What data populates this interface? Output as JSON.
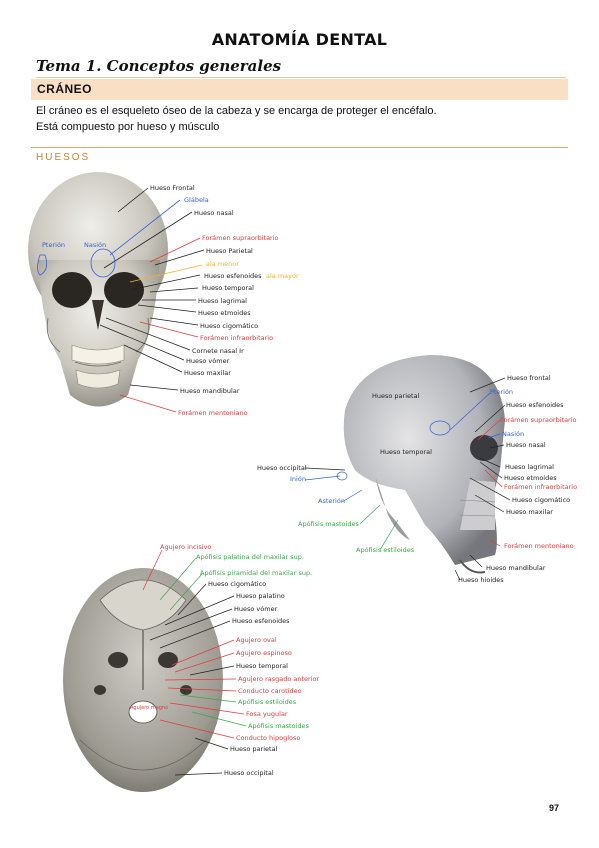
{
  "page": {
    "title": "ANATOMÍA DENTAL",
    "topic": "Tema 1. Conceptos generales",
    "section": "CRÁNEO",
    "intro_line1": "El cráneo es el esqueleto óseo de la cabeza y se encarga de proteger el encéfalo.",
    "intro_line2": "Está compuesto por hueso y músculo",
    "subsection": "HUESOS",
    "page_number": "97"
  },
  "colors": {
    "black": "#222222",
    "red": "#e23b3b",
    "blue": "#3562d6",
    "green": "#3aa84a",
    "orange": "#f0b22a"
  },
  "frontal_view": {
    "hueso_frontal": "Hueso Frontal",
    "glabela": "Glábela",
    "hueso_nasal": "Hueso nasal",
    "pterion": "Pterión",
    "nasion": "Nasión",
    "foramen_supraorbitario": "Forámen supraorbitario",
    "hueso_parietal": "Hueso Parietal",
    "ala_menor": "ala menor",
    "hueso_esfenoides": "Hueso esfenoides",
    "ala_mayor": "ala mayor",
    "hueso_temporal": "Hueso temporal",
    "hueso_lagrimal": "Hueso lagrimal",
    "hueso_etmoides": "Hueso etmoides",
    "hueso_cigomatico": "Hueso cigomático",
    "foramen_infraorbitario": "Forámen infraorbitario",
    "cornete_nasal": "Cornete nasal Ir",
    "hueso_vomer": "Hueso vómer",
    "hueso_maxilar": "Hueso maxilar",
    "hueso_mandibular": "Hueso mandibular",
    "foramen_mentoniano": "Forámen mentoniano"
  },
  "lateral_view": {
    "hueso_frontal": "Hueso frontal",
    "hueso_parietal": "Hueso parietal",
    "pterion": "Pterión",
    "hueso_esfenoides": "Hueso esfenoides",
    "foramen_supraorbitario": "Forámen supraorbitario",
    "nasion": "Nasión",
    "hueso_nasal": "Hueso nasal",
    "hueso_temporal": "Hueso temporal",
    "hueso_occipital": "Hueso occipital",
    "hueso_lagrimal": "Hueso lagrimal",
    "inion": "Inión",
    "hueso_etmoides": "Hueso etmoides",
    "foramen_infraorbitario": "Forámen infraorbitario",
    "asterion": "Asterión",
    "hueso_cigomatico": "Hueso cigomático",
    "apofisis_mastoides": "Apófisis mastoides",
    "hueso_maxilar": "Hueso maxilar",
    "apofisis_estiloides": "Apófisis estiloides",
    "foramen_mentoniano": "Forámen mentoniano",
    "hueso_mandibular": "Hueso mandibular",
    "hueso_hioides": "Hueso hioides"
  },
  "inferior_view": {
    "agujero_incisivo": "Agujero incisivo",
    "apofisis_palatina": "Apófisis palatina del maxilar sup.",
    "apofisis_piramidal": "Apófisis piramidal del maxilar sup.",
    "hueso_cigomatico": "Hueso cigomático",
    "hueso_palatino": "Hueso palatino",
    "hueso_vomer": "Hueso vómer",
    "hueso_esfenoides": "Hueso esfenoides",
    "agujero_oval": "Agujero oval",
    "agujero_espinoso": "Agujero espinoso",
    "hueso_temporal": "Hueso temporal",
    "agujero_rasgado": "Agujero rasgado anterior",
    "conducto_carotideo": "Conducto carotídeo",
    "apofisis_estiloides": "Apófisis estiloides",
    "fosa_yugular": "Fosa yugular",
    "apofisis_mastoides": "Apófisis mastoides",
    "conducto_hipogloso": "Conducto hipogloso",
    "hueso_parietal": "Hueso parietal",
    "hueso_occipital": "Hueso occipital",
    "agujero_magno": "Agujero magno"
  }
}
